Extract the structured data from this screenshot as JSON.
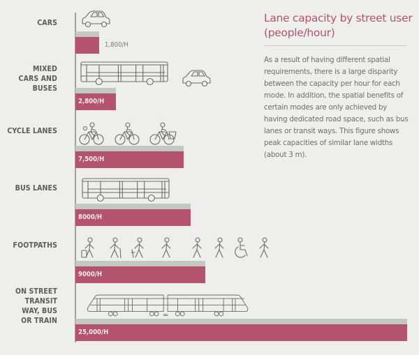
{
  "chart_data": {
    "type": "bar",
    "orientation": "horizontal",
    "title": "Lane capacity by street user (people/hour)",
    "description": "As a result of having different spatial requirements, there is a large disparity between the capacity per hour for each mode. In addition, the spatial benefits of certain modes are only achieved by having dedicated road space, such as bus lanes or transit ways. This figure shows peak capacities of similar lane widths (about 3 m).",
    "unit": "people/hour",
    "xlabel": "",
    "ylabel": "",
    "grid": false,
    "legend": "none",
    "categories": [
      "CARS",
      "MIXED\nCARS AND\nBUSES",
      "CYCLE LANES",
      "BUS LANES",
      "FOOTPATHS",
      "ON STREET\nTRANSIT\nWAY, BUS\nOR TRAIN"
    ],
    "values": [
      1800,
      2800,
      7500,
      8000,
      9000,
      25000
    ],
    "value_labels": [
      "1,800/H",
      "2,800/H",
      "7,500/H",
      "8000/H",
      "9000/H",
      "25,000/H"
    ],
    "icons": [
      [
        "car-icon"
      ],
      [
        "bus-icon",
        "car-icon"
      ],
      [
        "cyclist-with-child-icon",
        "cyclist-icon",
        "cargo-bike-icon"
      ],
      [
        "bus-icon"
      ],
      [
        "pedestrian-with-luggage-icon",
        "elderly-with-cane-icon",
        "parent-with-child-icon",
        "runner-icon",
        "girl-walking-icon",
        "walker-icon",
        "wheelchair-icon",
        "child-scooter-icon"
      ],
      [
        "tram-icon"
      ]
    ],
    "colors": {
      "bar": "#b3536e",
      "bar_shadow": "#c3c8c4",
      "title": "#b3536e",
      "background": "#eeefed"
    }
  }
}
